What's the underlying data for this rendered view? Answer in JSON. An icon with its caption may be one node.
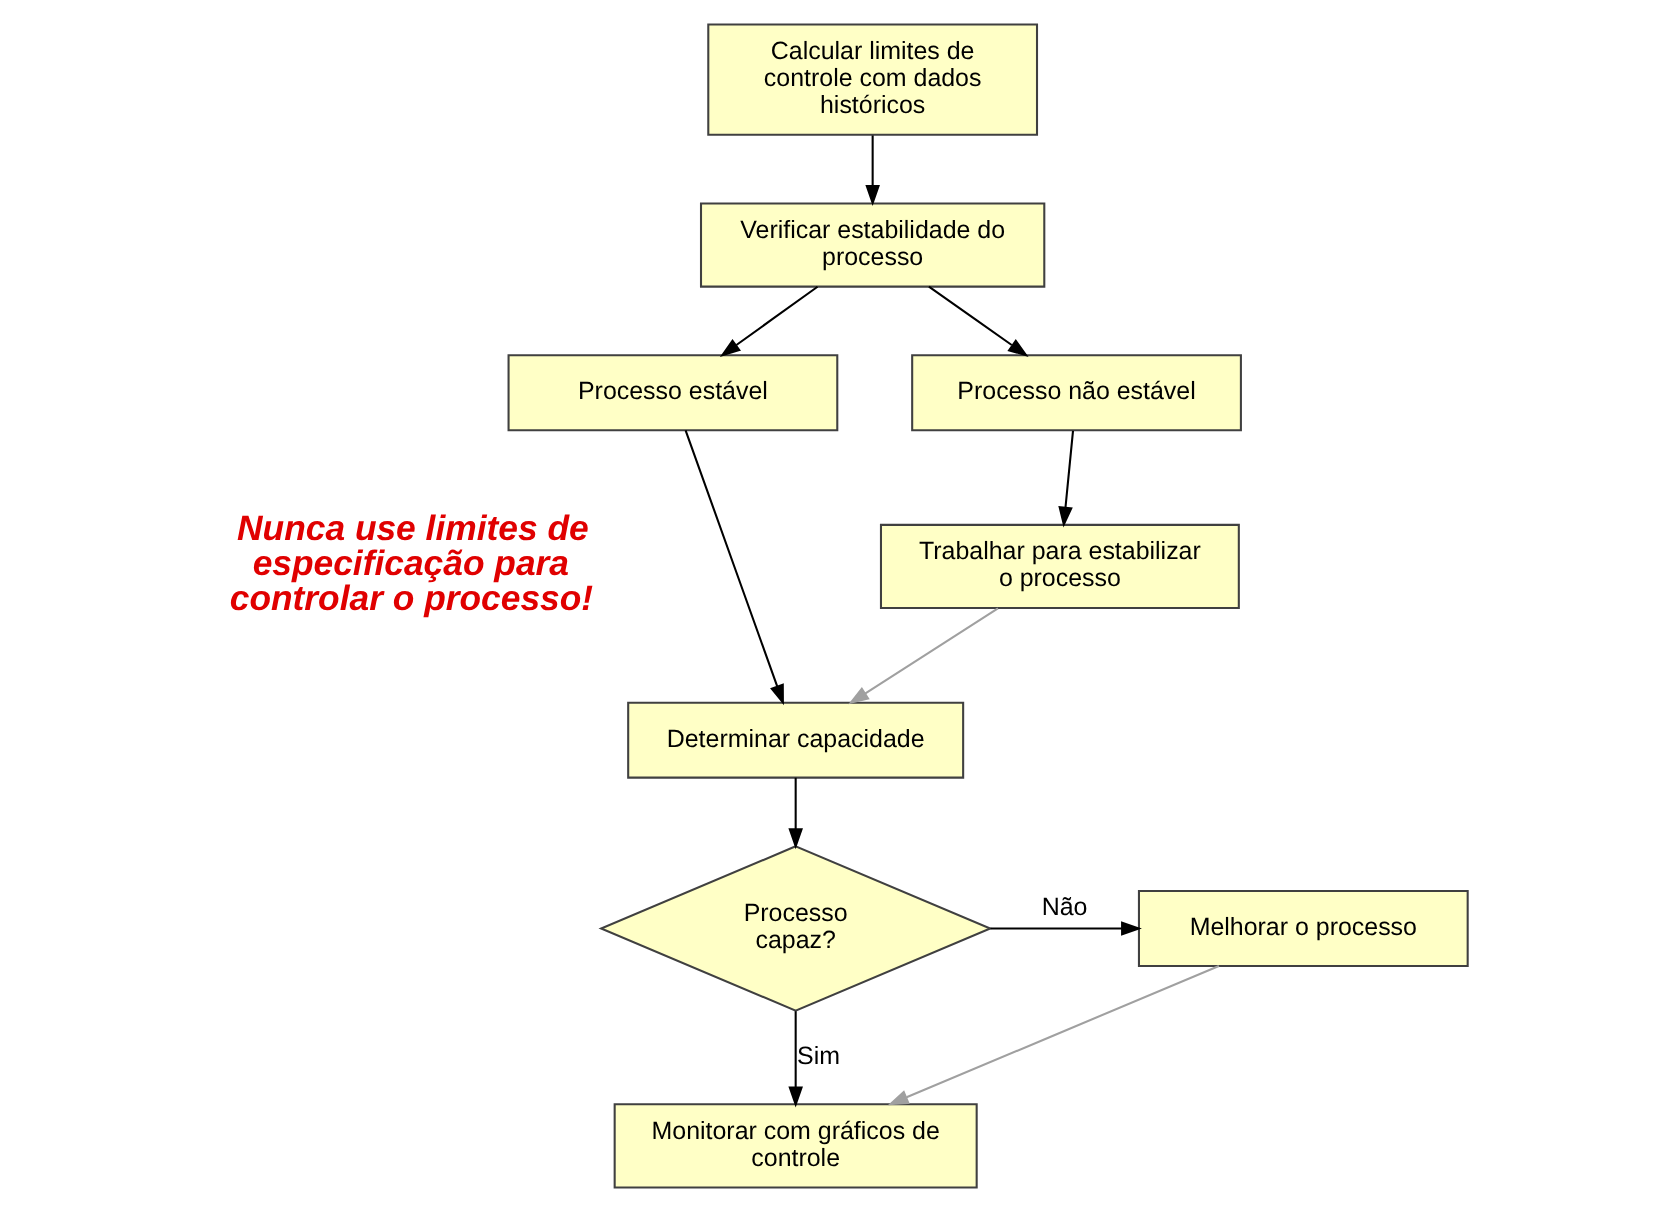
{
  "diagram": {
    "nodes": [
      {
        "text": [
          "Calcular limites de controle com dados históricos"
        ]
      },
      {
        "text": [
          "Verificar estabilidade do processo"
        ]
      },
      {
        "text": [
          "Processo estável"
        ]
      },
      {
        "text": [
          "Processo não estável"
        ]
      },
      {
        "text": [
          "Trabalhar para estabilizar o processo"
        ]
      },
      {
        "text": [
          "Determinar capacidade"
        ]
      },
      {
        "text": [
          "Processo capaz?"
        ]
      },
      {
        "text": [
          "Melhorar o processo"
        ]
      },
      {
        "text": [
          "Monitorar com gráficos de controle"
        ]
      }
    ],
    "edges": [
      {
        "from": 0,
        "to": 1,
        "arrow": "to"
      },
      {
        "from": 1,
        "to": 2,
        "arrow": "to"
      },
      {
        "from": 1,
        "to": 3,
        "arrow": "to"
      },
      {
        "from": 3,
        "to": 4,
        "arrow": "to"
      },
      {
        "from": 2,
        "to": 5,
        "arrow": "to"
      },
      {
        "from": 4,
        "to": 5,
        "arrow": "to",
        "color": "#a0a0a0"
      },
      {
        "from": 5,
        "to": 6,
        "arrow": "to"
      },
      {
        "from": 6,
        "to": 7,
        "label": "Não",
        "arrow": "to"
      },
      {
        "from": 6,
        "to": 8,
        "label": "Sim",
        "arrow": "to"
      },
      {
        "from": 7,
        "to": 8,
        "arrow": "to",
        "color": "#a0a0a0"
      }
    ],
    "labels": [
      "Nunca use limites de especificação para controlar o processo!"
    ]
  }
}
